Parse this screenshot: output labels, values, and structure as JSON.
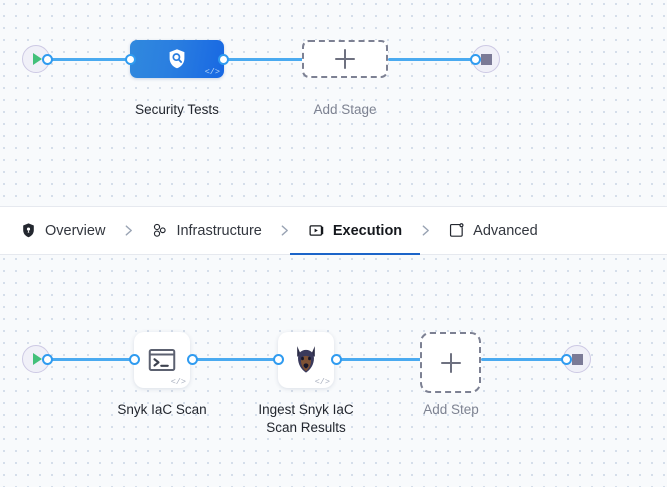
{
  "tabs": [
    {
      "label": "Overview",
      "icon": "shield-icon",
      "active": false
    },
    {
      "label": "Infrastructure",
      "icon": "cluster-nodes-icon",
      "active": false
    },
    {
      "label": "Execution",
      "icon": "run-play-icon",
      "active": true
    },
    {
      "label": "Advanced",
      "icon": "card-gear-icon",
      "active": false
    }
  ],
  "colors": {
    "accent_blue": "#1b64c9",
    "edge_blue": "#4aaaf0",
    "port_blue": "#2f9bf0",
    "stage_gradient_from": "#3089de",
    "stage_gradient_to": "#1868e3",
    "start_green": "#42c07a",
    "stop_gray": "#7b7a96",
    "canvas_bg": "#f8fafc",
    "grid_dot": "#c9d4e4"
  },
  "stage_pipeline": {
    "start_node": {
      "name": "start-node",
      "icon": "play-icon"
    },
    "end_node": {
      "name": "end-node",
      "icon": "stop-icon"
    },
    "nodes": [
      {
        "label": "Security Tests",
        "icon": "shield-search-icon",
        "badge": "</>",
        "type": "stage"
      },
      {
        "label": "Add Stage",
        "icon": "plus-icon",
        "type": "add"
      }
    ]
  },
  "step_pipeline": {
    "start_node": {
      "name": "start-node",
      "icon": "play-icon"
    },
    "end_node": {
      "name": "end-node",
      "icon": "stop-icon"
    },
    "nodes": [
      {
        "label": "Snyk IaC Scan",
        "icon": "terminal-icon",
        "badge": "</>",
        "type": "step"
      },
      {
        "label": "Ingest Snyk IaC\nScan Results",
        "icon": "snyk-doberman-icon",
        "badge": "</>",
        "type": "step"
      },
      {
        "label": "Add Step",
        "icon": "plus-icon",
        "type": "add"
      }
    ]
  }
}
